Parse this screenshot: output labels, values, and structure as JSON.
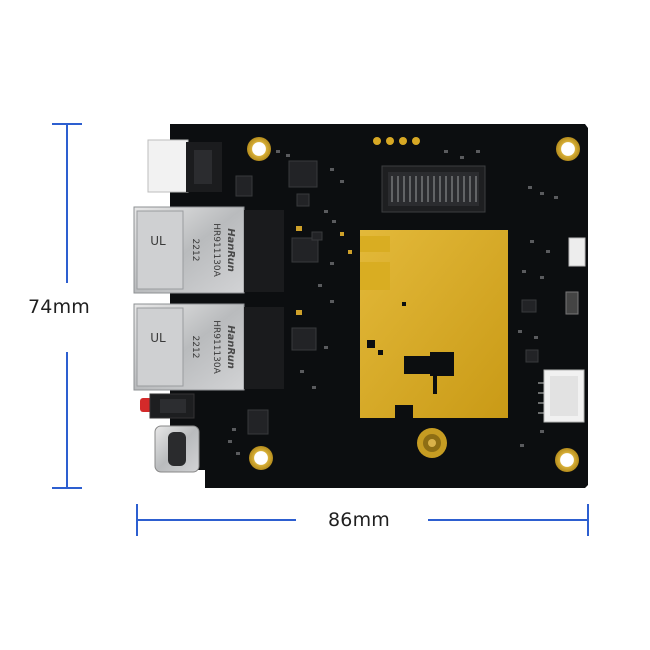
{
  "dimensions": {
    "height_label": "74mm",
    "width_label": "86mm",
    "line_color": "#2d5fd0"
  },
  "board": {
    "pcb_color": "#0c0e10",
    "shield_color": "#d9ad22",
    "jack_top": {
      "brand": "HanRun",
      "model": "HR911130A",
      "date": "2212"
    },
    "jack_bottom": {
      "brand": "HanRun",
      "model": "HR911130A",
      "date": "2212"
    }
  }
}
